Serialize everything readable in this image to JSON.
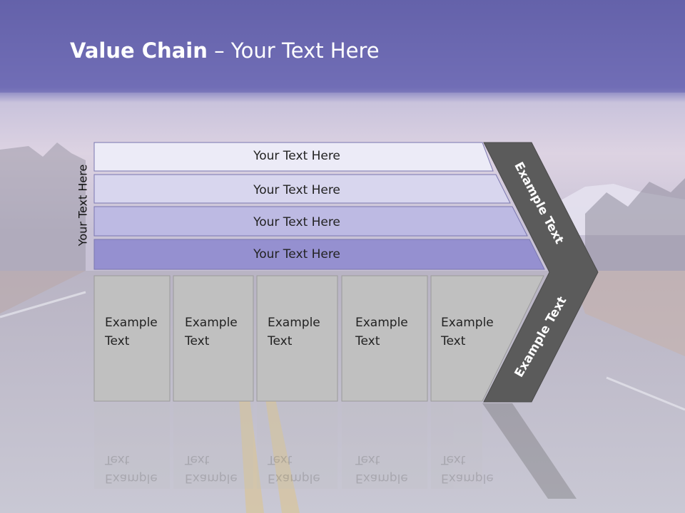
{
  "title": {
    "bold": "Value Chain",
    "rest": " – Your Text Here"
  },
  "side_label": "Your Text Here",
  "bands": [
    {
      "label": "Your Text Here",
      "color": "#ecebf7"
    },
    {
      "label": "Your Text Here",
      "color": "#d8d6ee"
    },
    {
      "label": "Your Text Here",
      "color": "#bdbae3"
    },
    {
      "label": "Your Text Here",
      "color": "#9590d0"
    }
  ],
  "cells": [
    {
      "line1": "Example",
      "line2": "Text"
    },
    {
      "line1": "Example",
      "line2": "Text"
    },
    {
      "line1": "Example",
      "line2": "Text"
    },
    {
      "line1": "Example",
      "line2": "Text"
    },
    {
      "line1": "Example",
      "line2": "Text"
    }
  ],
  "arrow": {
    "upper": "Example Text",
    "lower": "Example Text",
    "color": "#5b5b5b"
  }
}
